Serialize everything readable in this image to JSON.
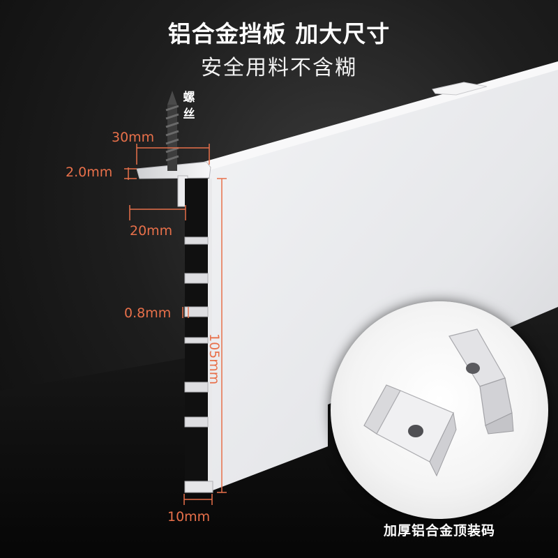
{
  "header": {
    "title": "铝合金挡板 加大尺寸",
    "subtitle": "安全用料不含糊"
  },
  "callouts": {
    "screw": "螺丝",
    "top_width": "30mm",
    "top_thickness": "2.0mm",
    "inner_depth": "20mm",
    "wall_thickness": "0.8mm",
    "height": "105mm",
    "bottom_width": "10mm"
  },
  "inset": {
    "caption": "加厚铝合金顶装码"
  },
  "colors": {
    "dimension": "#e8704a",
    "panel": "#e9eaec",
    "background": "#141414"
  }
}
